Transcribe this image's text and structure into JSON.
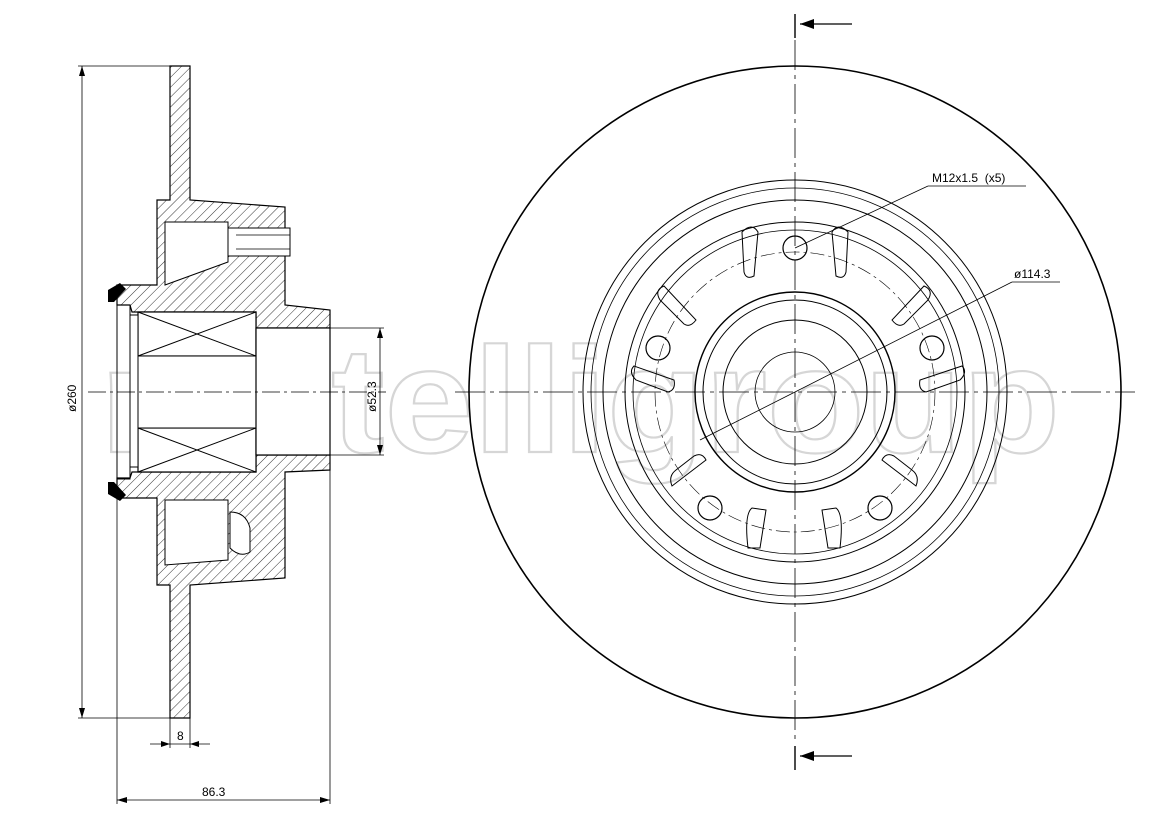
{
  "watermark": "metelligroup",
  "dimensions": {
    "overall_diameter": "ø260",
    "bore_diameter": "ø52.3",
    "disc_thickness": "8",
    "total_height": "86.3",
    "pitch_circle": "ø114.3",
    "thread": "M12x1.5  (x5)"
  },
  "colors": {
    "line": "#000000",
    "hatch": "#000000",
    "watermark": "#d6d6d6"
  }
}
